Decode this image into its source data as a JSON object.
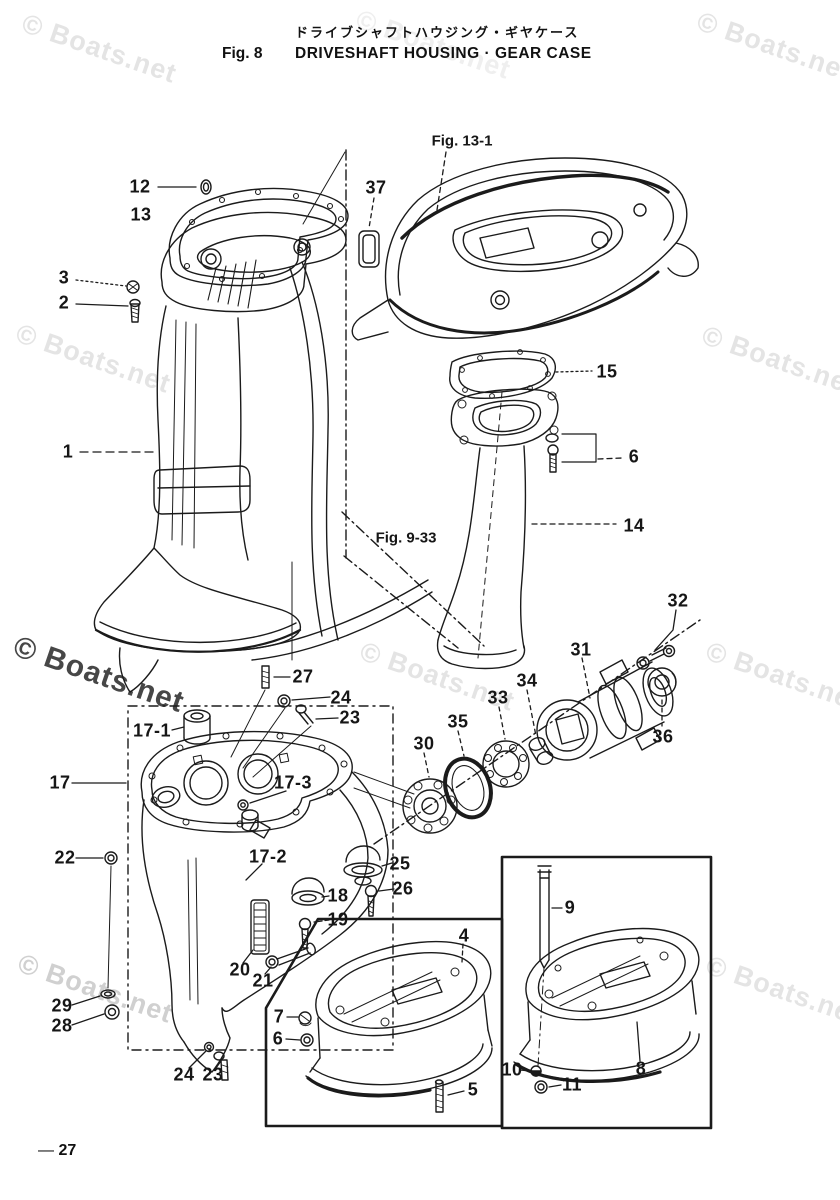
{
  "header": {
    "title_jp": "ドライブシャフトハウジング・ギヤケース",
    "fig_label": "Fig. 8",
    "title_en": "DRIVESHAFT HOUSING · GEAR CASE"
  },
  "watermark": {
    "text": "© Boats.net"
  },
  "figure_refs": {
    "fig_13_1": "Fig. 13-1",
    "fig_9_33": "Fig. 9-33"
  },
  "footer": {
    "prefix": "—",
    "page_number": "27"
  },
  "colors": {
    "ink": "#1b1b1b",
    "watermark_light": "#e4e4e4",
    "watermark_dark": "#474747",
    "background": "#ffffff"
  },
  "callouts": [
    {
      "label": "12"
    },
    {
      "label": "13"
    },
    {
      "label": "3"
    },
    {
      "label": "2"
    },
    {
      "label": "1"
    },
    {
      "label": "37"
    },
    {
      "label": "15"
    },
    {
      "label": "6"
    },
    {
      "label": "14"
    },
    {
      "label": "32"
    },
    {
      "label": "31"
    },
    {
      "label": "36"
    },
    {
      "label": "34"
    },
    {
      "label": "33"
    },
    {
      "label": "35"
    },
    {
      "label": "30"
    },
    {
      "label": "27"
    },
    {
      "label": "24"
    },
    {
      "label": "23"
    },
    {
      "label": "17-1"
    },
    {
      "label": "17"
    },
    {
      "label": "17-3"
    },
    {
      "label": "22"
    },
    {
      "label": "17-2"
    },
    {
      "label": "25"
    },
    {
      "label": "26"
    },
    {
      "label": "18"
    },
    {
      "label": "19"
    },
    {
      "label": "20"
    },
    {
      "label": "21"
    },
    {
      "label": "29"
    },
    {
      "label": "28"
    },
    {
      "label": "24"
    },
    {
      "label": "23"
    },
    {
      "label": "7"
    },
    {
      "label": "6"
    },
    {
      "label": "4"
    },
    {
      "label": "5"
    },
    {
      "label": "9"
    },
    {
      "label": "8"
    },
    {
      "label": "10"
    },
    {
      "label": "11"
    }
  ]
}
